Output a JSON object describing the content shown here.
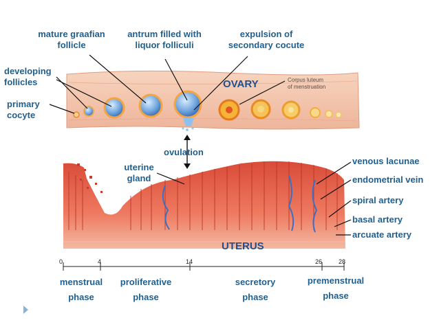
{
  "labels": {
    "mature_graafian": "mature graafian\nfollicle",
    "antrum": "antrum filled with\nliquor folliculi",
    "expulsion": "expulsion of\nsecondary cocute",
    "developing": "developing\nfollicles",
    "primary": "primary\ncocyte",
    "ovary": "OVARY",
    "corpus_luteum": "Corpus luteum\nof menstruation",
    "ovulation": "ovulation",
    "uterine_gland": "uterine\ngland",
    "venous_lacunae": "venous lacunae",
    "endometrial_vein": "endometrial vein",
    "spiral_artery": "spiral artery",
    "basal_artery": "basal artery",
    "arcuate_artery": "arcuate artery",
    "uterus": "UTERUS"
  },
  "timeline": {
    "ticks": [
      "0",
      "4",
      "14",
      "26",
      "28"
    ]
  },
  "phases": {
    "menstrual": "menstrual\nphase",
    "proliferative": "proliferative\nphase",
    "secretory": "secretory\nphase",
    "premenstrual": "premenstrual\nphase"
  },
  "colors": {
    "label_blue": "#1f5f8f",
    "ovary_fill": "#f3c3a8",
    "uterus_fill": "#e8604a",
    "vein_blue": "#3a6fc8"
  },
  "icons": [
    "bullet-arrow-icon"
  ]
}
